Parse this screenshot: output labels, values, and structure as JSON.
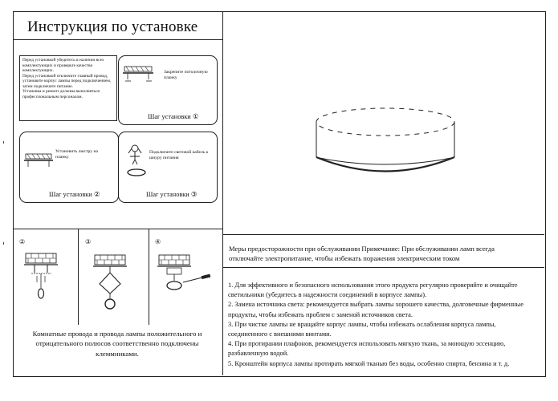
{
  "title": "Инструкция по установке",
  "warning_text": "Перед установкой убедитесь в наличии всех комплектующих и проверьте качество комплектующих.\nПеред установкой отключите главный провод, установите корпус лампы перед подключением, затем подключите питание.\nУстановка и ремонт должны выполняться профессиональным персоналом.",
  "step1": {
    "instruction": "Закрепите потолочную планку",
    "label": "Шаг установки ①"
  },
  "step2": {
    "instruction": "Установить люстру на планку",
    "label": "Шаг установки ②"
  },
  "step3": {
    "instruction": "Подключите световой кабель к шнуру питания",
    "label": "Шаг установки ③"
  },
  "panel_numbers": [
    "②",
    "③",
    "④"
  ],
  "wiring_note": "Комнатные провода и провода лампы положительного и отрицательного полюсов соответственно подключены клеммниками.",
  "precautions": "Меры предосторожности при обслуживании Примечание: При обслуживании ламп всегда отключайте электропитание, чтобы избежать поражения электрическим током",
  "maintenance": [
    "1. Для эффективного и безопасного использования этого продукта регулярно проверяйте и очищайте светильники (убедитесь в надежности соединений в корпусе лампы).",
    "2. Замена источника света: рекомендуется выбрать лампы хорошего качества, долговечные фирменные продукты, чтобы избежать проблем с заменой источников света.",
    "3. При чистке лампы не вращайте корпус лампы, чтобы избежать ослабления корпуса лампы, соединенного с внешними винтами.",
    "4. При протирании плафонов, рекомендуется использовать мягкую ткань, за моющую эссенцию, разбавленную водой.",
    "5. Кронштейн корпуса лампы протирать мягкой тканью без воды, особенно спирта, бензина и т. д."
  ],
  "icons": [
    "ceiling-plate-icon",
    "lamp-ring-icon",
    "wire-connector-icon",
    "terminal-block-icon",
    "screwdriver-icon"
  ]
}
